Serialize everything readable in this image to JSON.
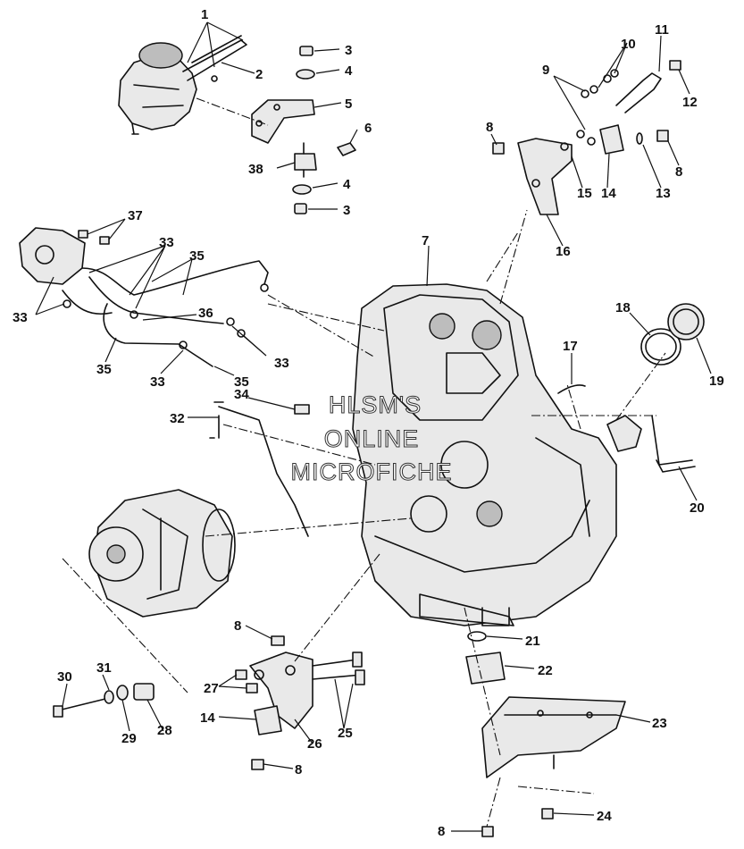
{
  "watermark": {
    "line1": "HLSM'S",
    "line2": "ONLINE",
    "line3": "MICROFICHE"
  },
  "callouts": {
    "c1": "1",
    "c2": "2",
    "c3a": "3",
    "c4a": "4",
    "c5": "5",
    "c6": "6",
    "c38": "38",
    "c4b": "4",
    "c3b": "3",
    "c37": "37",
    "c33a": "33",
    "c35a": "35",
    "c33b": "33",
    "c36": "36",
    "c35b": "35",
    "c33c": "33",
    "c35c": "35",
    "c33d": "33",
    "c34": "34",
    "c32": "32",
    "c7": "7",
    "c11": "11",
    "c10": "10",
    "c9": "9",
    "c12": "12",
    "c8a": "8",
    "c15": "15",
    "c14a": "14",
    "c13": "13",
    "c8b": "8",
    "c16": "16",
    "c18": "18",
    "c19": "19",
    "c17": "17",
    "c20": "20",
    "c21": "21",
    "c22": "22",
    "c8c": "8",
    "c30": "30",
    "c31": "31",
    "c29": "29",
    "c28": "28",
    "c27": "27",
    "c14b": "14",
    "c26": "26",
    "c25": "25",
    "c8d": "8",
    "c23": "23",
    "c8e": "8",
    "c24": "24"
  }
}
